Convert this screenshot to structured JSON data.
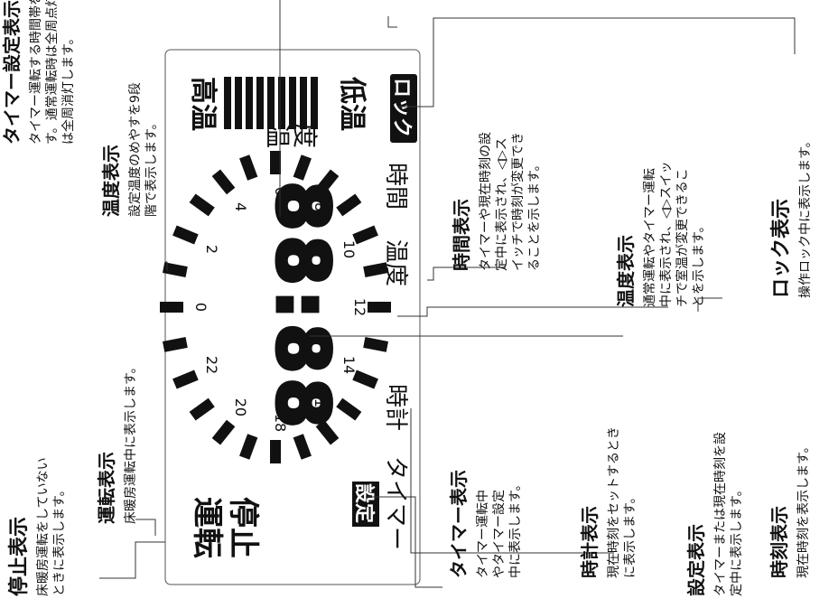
{
  "display": {
    "status_run": "運転",
    "status_stop": "停止",
    "setting_badge": "設定",
    "mode_timer": "タイマー",
    "mode_clock": "時計",
    "mode_temp": "温度",
    "mode_time": "時間",
    "temp_high": "高温",
    "temp_low": "低温",
    "temp_label_1": "温",
    "temp_label_2": "度",
    "lock_badge": "ロック",
    "digits": "88:88",
    "dial_numbers": [
      "0",
      "2",
      "4",
      "6",
      "8",
      "10",
      "12",
      "14",
      "16",
      "18",
      "20",
      "22"
    ]
  },
  "annotations": [
    {
      "id": "stop",
      "title": "停止表示",
      "lines": [
        "床暖房運転をしていない",
        "ときに表示します。"
      ]
    },
    {
      "id": "run",
      "title": "運転表示",
      "lines": [
        "床暖房運転中に表示します。"
      ]
    },
    {
      "id": "timer",
      "title": "タイマー表示",
      "lines": [
        "タイマー運転中",
        "やタイマー設定",
        "中に表示します。"
      ]
    },
    {
      "id": "clock",
      "title": "時計表示",
      "lines": [
        "現在時刻をセットするとき",
        "に表示します。"
      ]
    },
    {
      "id": "setting",
      "title": "設定表示",
      "lines": [
        "タイマーまたは現在時刻を設",
        "定中に表示します。"
      ]
    },
    {
      "id": "timeofday",
      "title": "時刻表示",
      "lines": [
        "現在時刻を表示します。"
      ]
    },
    {
      "id": "timerband",
      "title": "タイマー設定表示",
      "lines": [
        "タイマー運転する時間帯を表示しま",
        "す。通常運転時は全周点灯、停止中",
        "は全周消灯します。"
      ]
    },
    {
      "id": "templevel",
      "title": "温度表示",
      "lines": [
        "設定温度のめやすを9段",
        "階で表示します。"
      ]
    },
    {
      "id": "timeset",
      "title": "時間表示",
      "lines": [
        "タイマーや現在時刻の設",
        "定中に表示され、◁▷ス",
        "イッチで時刻が変更でき",
        "ることを示します。"
      ]
    },
    {
      "id": "tempmode",
      "title": "温度表示",
      "lines": [
        "通常運転やタイマー運転",
        "中に表示され、◁▷スイッ",
        "チで室温が変更できるこ",
        "とを示します。"
      ]
    },
    {
      "id": "lock",
      "title": "ロック表示",
      "lines": [
        "操作ロック中に表示します。"
      ]
    }
  ]
}
